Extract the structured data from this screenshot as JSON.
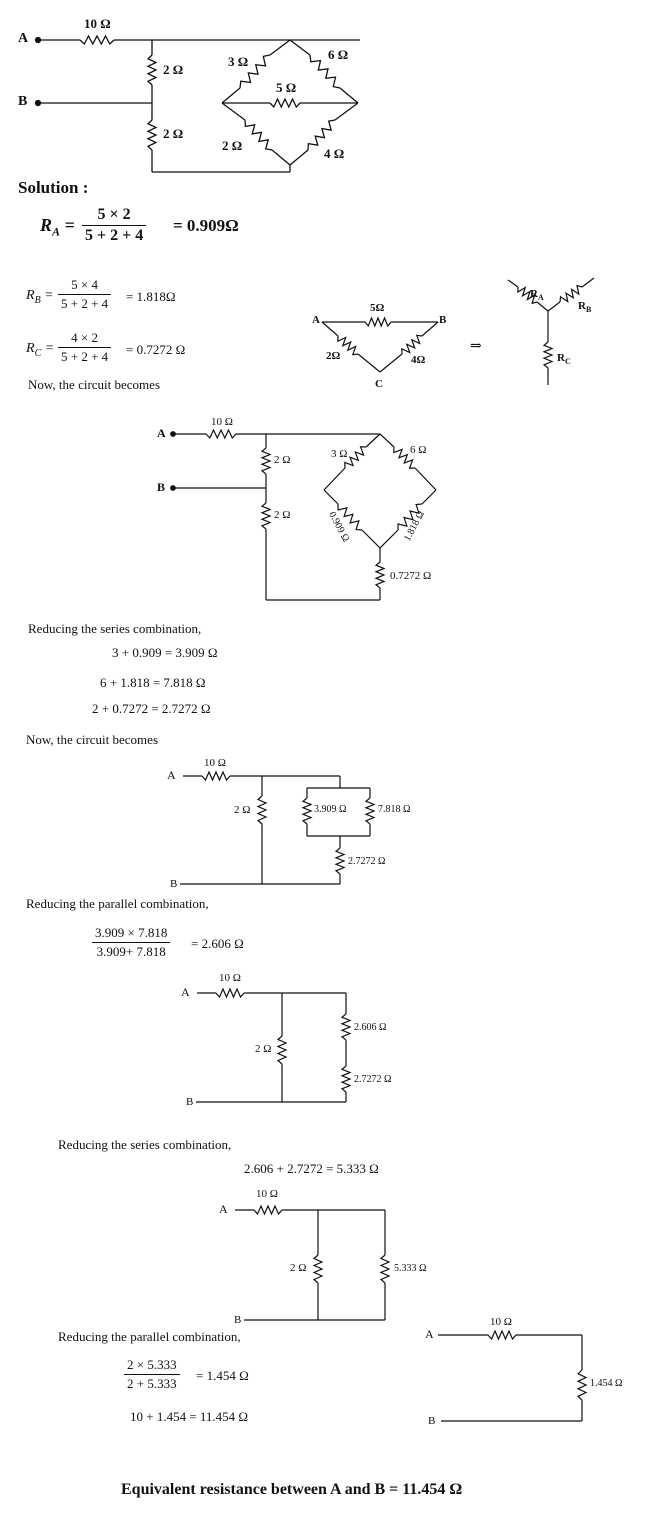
{
  "fig1": {
    "node_a": "A",
    "node_b": "B",
    "r10": "10 Ω",
    "r2_top": "2 Ω",
    "r2_bottom": "2 Ω",
    "r3": "3 Ω",
    "r6": "6 Ω",
    "r5": "5 Ω",
    "r2_bridge": "2 Ω",
    "r4": "4 Ω"
  },
  "solution_heading": "Solution :",
  "ra": {
    "lhs": "R",
    "sub": "A",
    "num": "5 × 2",
    "den": "5 + 2 + 4",
    "result": "= 0.909Ω"
  },
  "rb": {
    "lhs": "R",
    "sub": "B",
    "num": "5 × 4",
    "den": "5 + 2 + 4",
    "result": "= 1.818Ω"
  },
  "rc": {
    "lhs": "R",
    "sub": "C",
    "num": "4 × 2",
    "den": "5 + 2 + 4",
    "result": "= 0.7272 Ω"
  },
  "delta": {
    "node_a": "A",
    "node_b": "B",
    "node_c": "C",
    "r5": "5Ω",
    "r2": "2Ω",
    "r4": "4Ω",
    "arrow": "⇒"
  },
  "star": {
    "ra": "R",
    "ra_sub": "A",
    "rb": "R",
    "rb_sub": "B",
    "rc": "R",
    "rc_sub": "C"
  },
  "now_circuit_1": "Now, the circuit becomes",
  "fig2": {
    "node_a": "A",
    "node_b": "B",
    "r10": "10 Ω",
    "r2_top": "2 Ω",
    "r2_bottom": "2 Ω",
    "r3": "3 Ω",
    "r6": "6 Ω",
    "r0909": "0.909 Ω",
    "r1818": "1.818 Ω",
    "r07272": "0.7272 Ω"
  },
  "series_heading_1": "Reducing the series combination,",
  "series_eqs_1": [
    "3 + 0.909 = 3.909 Ω",
    "6 + 1.818 = 7.818 Ω",
    "2 + 0.7272 = 2.7272 Ω"
  ],
  "now_circuit_2": "Now, the circuit becomes",
  "fig3": {
    "node_a": "A",
    "node_b": "B",
    "r10": "10 Ω",
    "r2": "2 Ω",
    "r3909": "3.909 Ω",
    "r7818": "7.818 Ω",
    "r27272": "2.7272 Ω"
  },
  "parallel_heading_1": "Reducing the parallel combination,",
  "parallel_eq_1": {
    "num": "3.909 × 7.818",
    "den": "3.909+ 7.818",
    "result": "= 2.606 Ω"
  },
  "fig4": {
    "node_a": "A",
    "node_b": "B",
    "r10": "10 Ω",
    "r2": "2 Ω",
    "r2606": "2.606 Ω",
    "r27272": "2.7272 Ω"
  },
  "series_heading_2": "Reducing the series combination,",
  "series_eq_2": "2.606 + 2.7272 = 5.333 Ω",
  "fig5": {
    "node_a": "A",
    "node_b": "B",
    "r10": "10 Ω",
    "r2": "2 Ω",
    "r5333": "5.333 Ω"
  },
  "parallel_heading_2": "Reducing the parallel combination,",
  "parallel_eq_2": {
    "num": "2 × 5.333",
    "den": "2 + 5.333",
    "result": "= 1.454 Ω"
  },
  "final_sum": "10 + 1.454 = 11.454 Ω",
  "fig6": {
    "node_a": "A",
    "node_b": "B",
    "r10": "10 Ω",
    "r1454": "1.454 Ω"
  },
  "conclusion": "Equivalent  resistance between A and B = 11.454 Ω"
}
